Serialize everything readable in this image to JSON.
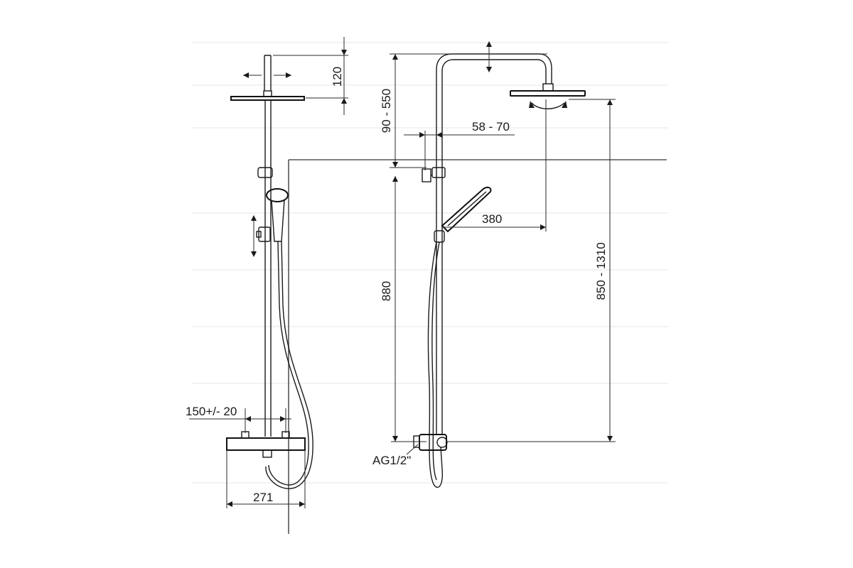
{
  "dimensions": {
    "head_height": "120",
    "arm_adjust": "90 - 550",
    "wall_offset": "58 - 70",
    "head_reach": "380",
    "bar_height": "880",
    "total_height": "850 - 1310",
    "mixer_spacing": "150+/- 20",
    "mixer_width": "271",
    "connection": "AG1/2\""
  }
}
